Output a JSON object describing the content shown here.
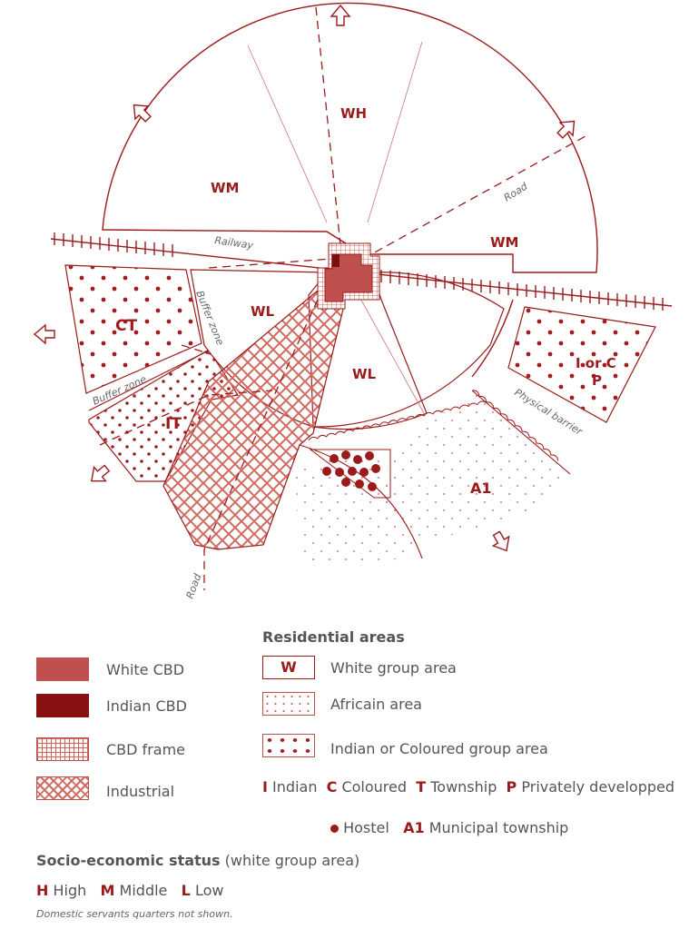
{
  "map": {
    "zones": {
      "wh": "WH",
      "wm_left": "WM",
      "wm_right": "WM",
      "wl_left": "WL",
      "wl_mid": "WL",
      "ct": "CT",
      "it": "IT",
      "a1": "A1",
      "ioc_line1": "I or C",
      "ioc_line2": "P"
    },
    "annotations": {
      "railway": "Railway",
      "road_top": "Road",
      "road_bottom": "Road",
      "buffer_zone_1": "Buffer zone",
      "buffer_zone_2": "Buffer zone",
      "physical_barrier": "Physical barrier"
    }
  },
  "legend": {
    "left": [
      {
        "label": "White CBD"
      },
      {
        "label": "Indian CBD"
      },
      {
        "label": "CBD frame"
      },
      {
        "label": "Industrial"
      }
    ],
    "residential_title": "Residential areas",
    "right": [
      {
        "symbol": "W",
        "label": "White group area"
      },
      {
        "label": "Africain area"
      },
      {
        "label": "Indian or Coloured group area"
      }
    ],
    "codes": [
      {
        "code": "I",
        "label": "Indian"
      },
      {
        "code": "C",
        "label": "Coloured"
      },
      {
        "code": "T",
        "label": "Township"
      },
      {
        "code": "P",
        "label": "Privately developped"
      }
    ],
    "hostel": "Hostel",
    "municipal": {
      "code": "A1",
      "label": "Municipal township"
    },
    "socio_title": "Socio-economic status",
    "socio_note": "(white group area)",
    "status": [
      {
        "code": "H",
        "label": "High"
      },
      {
        "code": "M",
        "label": "Middle"
      },
      {
        "code": "L",
        "label": "Low"
      }
    ],
    "footnote": "Domestic servants quarters not shown."
  },
  "colors": {
    "dark_red": "#9b1b1b",
    "mid_red": "#c0504d",
    "light_red": "#e8a09a"
  }
}
